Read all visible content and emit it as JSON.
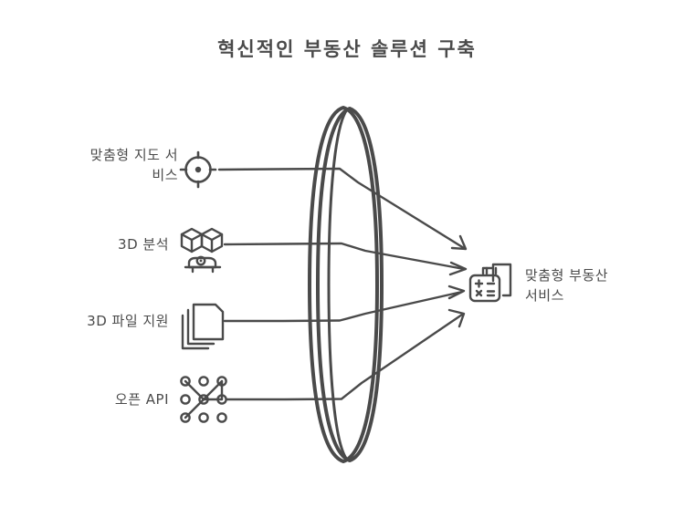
{
  "title": "혁신적인 부동산 솔루션 구축",
  "colors": {
    "stroke": "#4a4a4a",
    "text": "#4a4a4a",
    "background": "#ffffff"
  },
  "inputs": [
    {
      "label": "맞춤형 지도 서비스",
      "label_lines": [
        "맞춤형 지도 서",
        "비스"
      ],
      "icon": "crosshair-target-icon"
    },
    {
      "label": "3D 분석",
      "label_lines": [
        "3D 분석"
      ],
      "icon": "3d-scanner-cubes-icon"
    },
    {
      "label": "3D 파일 지원",
      "label_lines": [
        "3D 파일 지원"
      ],
      "icon": "stacked-files-icon"
    },
    {
      "label": "오픈 API",
      "label_lines": [
        "오픈 API"
      ],
      "icon": "network-nodes-icon"
    }
  ],
  "process": {
    "shape": "lens-ellipse",
    "label": ""
  },
  "output": {
    "label": "맞춤형 부동산 서비스",
    "label_lines": [
      "맞춤형 부동산",
      "서비스"
    ],
    "icon": "calculator-building-icon"
  }
}
